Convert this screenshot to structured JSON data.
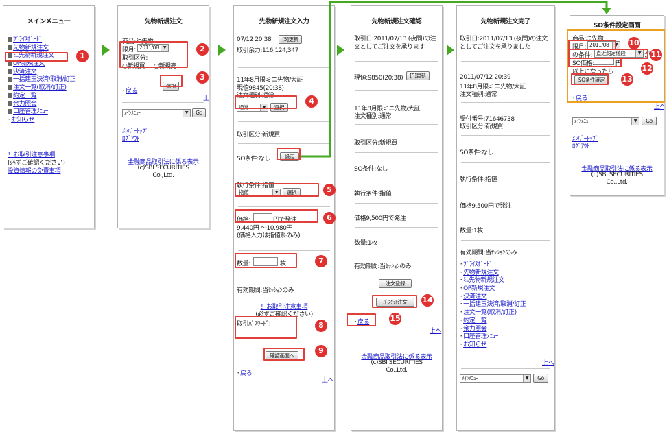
{
  "p1": {
    "title": "メインメニュー",
    "items": [
      "ﾌﾟﾗｲｽﾎﾞｰﾄﾞ",
      "先物新規注文",
      "ﾐﾆ先物新規注文",
      "OP新規注文",
      "決済注文",
      "一括建玉決済/取消/訂正",
      "注文一覧(取消/訂正)",
      "約定一覧",
      "余力照会",
      "口座管理ﾒﾆｭｰ"
    ],
    "notice": "お知らせ",
    "caution": "！お取引注意事項",
    "caution_note": "(必ずご確認ください)",
    "disclaimer": "投資情報の免責事項"
  },
  "p2": {
    "title": "先物新規注文",
    "product": "商品:ﾐﾆ先物",
    "month_label": "限月:",
    "month_value": "2011/08",
    "type_label": "取引区分:",
    "radio_buy": "新規買",
    "radio_sell": "新規売",
    "select_btn": "選択",
    "back": "戻る",
    "top": "上へ",
    "menu_select": "ﾒｲﾝﾒﾆｭｰ",
    "go": "Go",
    "member_top": "ﾒﾝﾊﾞｰﾄｯﾌﾟ",
    "logout": "ﾛｸﾞｱｳﾄ",
    "fin_law": "金融商品取引法に係る表示",
    "copyright": "(c)SBI SECURITIES",
    "co": "Co.,Ltd."
  },
  "p3": {
    "title": "先物新規注文入力",
    "datetime": "07/12 20:38",
    "refresh": "[5]更新",
    "margin": "取引余力:116,124,347",
    "contract": "11年8月限ミニ先物/大証",
    "price_now": "現値9845(20:38)",
    "order_type": "注文種別:通常",
    "type_select": "通常",
    "select_btn": "選択",
    "trade_type": "取引区分:新規買",
    "so_cond": "SO条件:なし",
    "set_btn": "設定",
    "exec_label": "執行条件:指値",
    "exec_select": "指値",
    "price_label": "価格:",
    "price_suffix": "円で発注",
    "price_range": "9,440円 ～10,980円",
    "price_note": "(価格入力は指値系のみ)",
    "qty_label": "数量:",
    "qty_suffix": "枚",
    "validity": "有効期間:当ｾｯｼｮﾝのみ",
    "caution": "！お取引注意事項",
    "caution_note": "(必ずご確認ください)",
    "password_label": "取引ﾊﾟｽﾜｰﾄﾞ:",
    "confirm_btn": "確認画面へ",
    "back": "戻る",
    "top": "上へ"
  },
  "p4": {
    "title": "先物新規注文確認",
    "trade_date": "取引日:2011/07/13 (夜間)の注文としてご注文を承ります",
    "price_now": "現値:9850(20:38)",
    "refresh": "[5]更新",
    "contract": "11年8月限ミニ先物/大証",
    "order_type": "注文種別:通常",
    "trade_type": "取引区分:新規買",
    "so_cond": "SO条件:なし",
    "exec": "執行条件:指値",
    "price": "価格9,500円で発注",
    "qty": "数量:1枚",
    "validity": "有効期間:当ｾｯｼｮﾝのみ",
    "register_btn": "注文登録",
    "basket_btn": "ﾊﾞｽｹｯﾄ注文",
    "back": "戻る",
    "top": "上へ",
    "fin_law": "金融商品取引法に係る表示",
    "copyright": "(c)SBI SECURITIES",
    "co": "Co.,Ltd."
  },
  "p5": {
    "title": "先物新規注文完了",
    "trade_date": "取引日:2011/07/13 (夜間)の注文としてご注文を承りました",
    "datetime": "2011/07/12 20:39",
    "contract": "11年8月限ミニ先物/大証",
    "order_type": "注文種別:通常",
    "receipt": "受付番号:71646738",
    "trade_type": "取引区分:新規買",
    "so_cond": "SO条件:なし",
    "exec": "執行条件:指値",
    "price": "価格9,500円で発注",
    "qty": "数量:1枚",
    "validity": "有効期間:当ｾｯｼｮﾝのみ",
    "links": [
      "ﾌﾟﾗｲｽﾎﾞｰﾄﾞ",
      "先物新規注文",
      "ﾐﾆ先物新規注文",
      "OP新規注文",
      "決済注文",
      "一括建玉決済/取消/訂正",
      "注文一覧(取消/訂正)",
      "約定一覧",
      "余力照会",
      "口座管理ﾒﾆｭｰ",
      "お知らせ"
    ],
    "top": "上へ",
    "menu_select": "ﾒｲﾝﾒﾆｭｰ",
    "go": "Go"
  },
  "p6": {
    "title": "SO条件設定画面",
    "product": "商品:ﾐﾆ先物",
    "month_label": "限月:",
    "month_value": "2011/08",
    "cond_prefix": "の",
    "cond_label": "条件:",
    "cond_value": "直近約定値段",
    "cond_suffix": "が",
    "so_price_label": "SO価格:",
    "so_price_suffix": "円",
    "above": "以上になったら",
    "confirm_btn": "SO条件確定",
    "back": "戻る",
    "top": "上へ",
    "menu_select": "ﾒｲﾝﾒﾆｭｰ",
    "go": "Go",
    "member_top": "ﾒﾝﾊﾞｰﾄｯﾌﾟ",
    "logout": "ﾛｸﾞｱｳﾄ",
    "fin_law": "金融商品取引法に係る表示",
    "copyright": "(c)SBI SECURITIES",
    "co": "Co.,Ltd."
  },
  "steps": [
    "1",
    "2",
    "3",
    "4",
    "5",
    "6",
    "7",
    "8",
    "9",
    "10",
    "11",
    "12",
    "13",
    "14",
    "15"
  ],
  "colors": {
    "highlight": "#e0403a",
    "badge": "#e03030",
    "arrow": "#44aa22",
    "so_frame": "#f0a020"
  }
}
